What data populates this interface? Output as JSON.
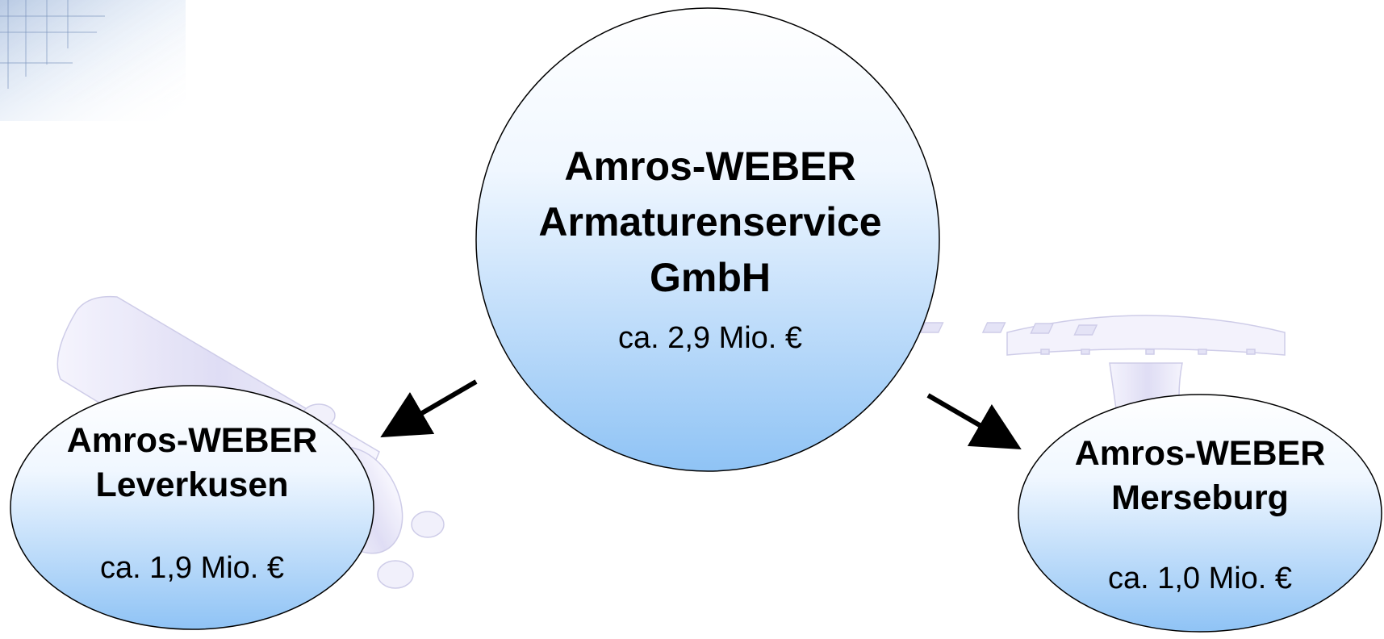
{
  "nodes": {
    "main": {
      "title_lines": [
        "Amros-WEBER",
        "Armaturenservice",
        "GmbH"
      ],
      "amount": "ca. 2,9 Mio. €"
    },
    "left": {
      "title_lines": [
        "Amros-WEBER",
        "Leverkusen"
      ],
      "amount": "ca. 1,9 Mio. €"
    },
    "right": {
      "title_lines": [
        "Amros-WEBER",
        "Merseburg"
      ],
      "amount": "ca. 1,0 Mio. €"
    }
  },
  "colors": {
    "circle_top": "#ffffff",
    "circle_bottom": "#8fc3f5",
    "outline": "#000000",
    "arrow": "#000000",
    "decor_blue": "#6f93c8",
    "decor_lilac": "#d8d6f2"
  },
  "decorations": [
    "factory-photo-watermark",
    "pipe-fitting-drawing",
    "nozzle-flange-drawing"
  ]
}
